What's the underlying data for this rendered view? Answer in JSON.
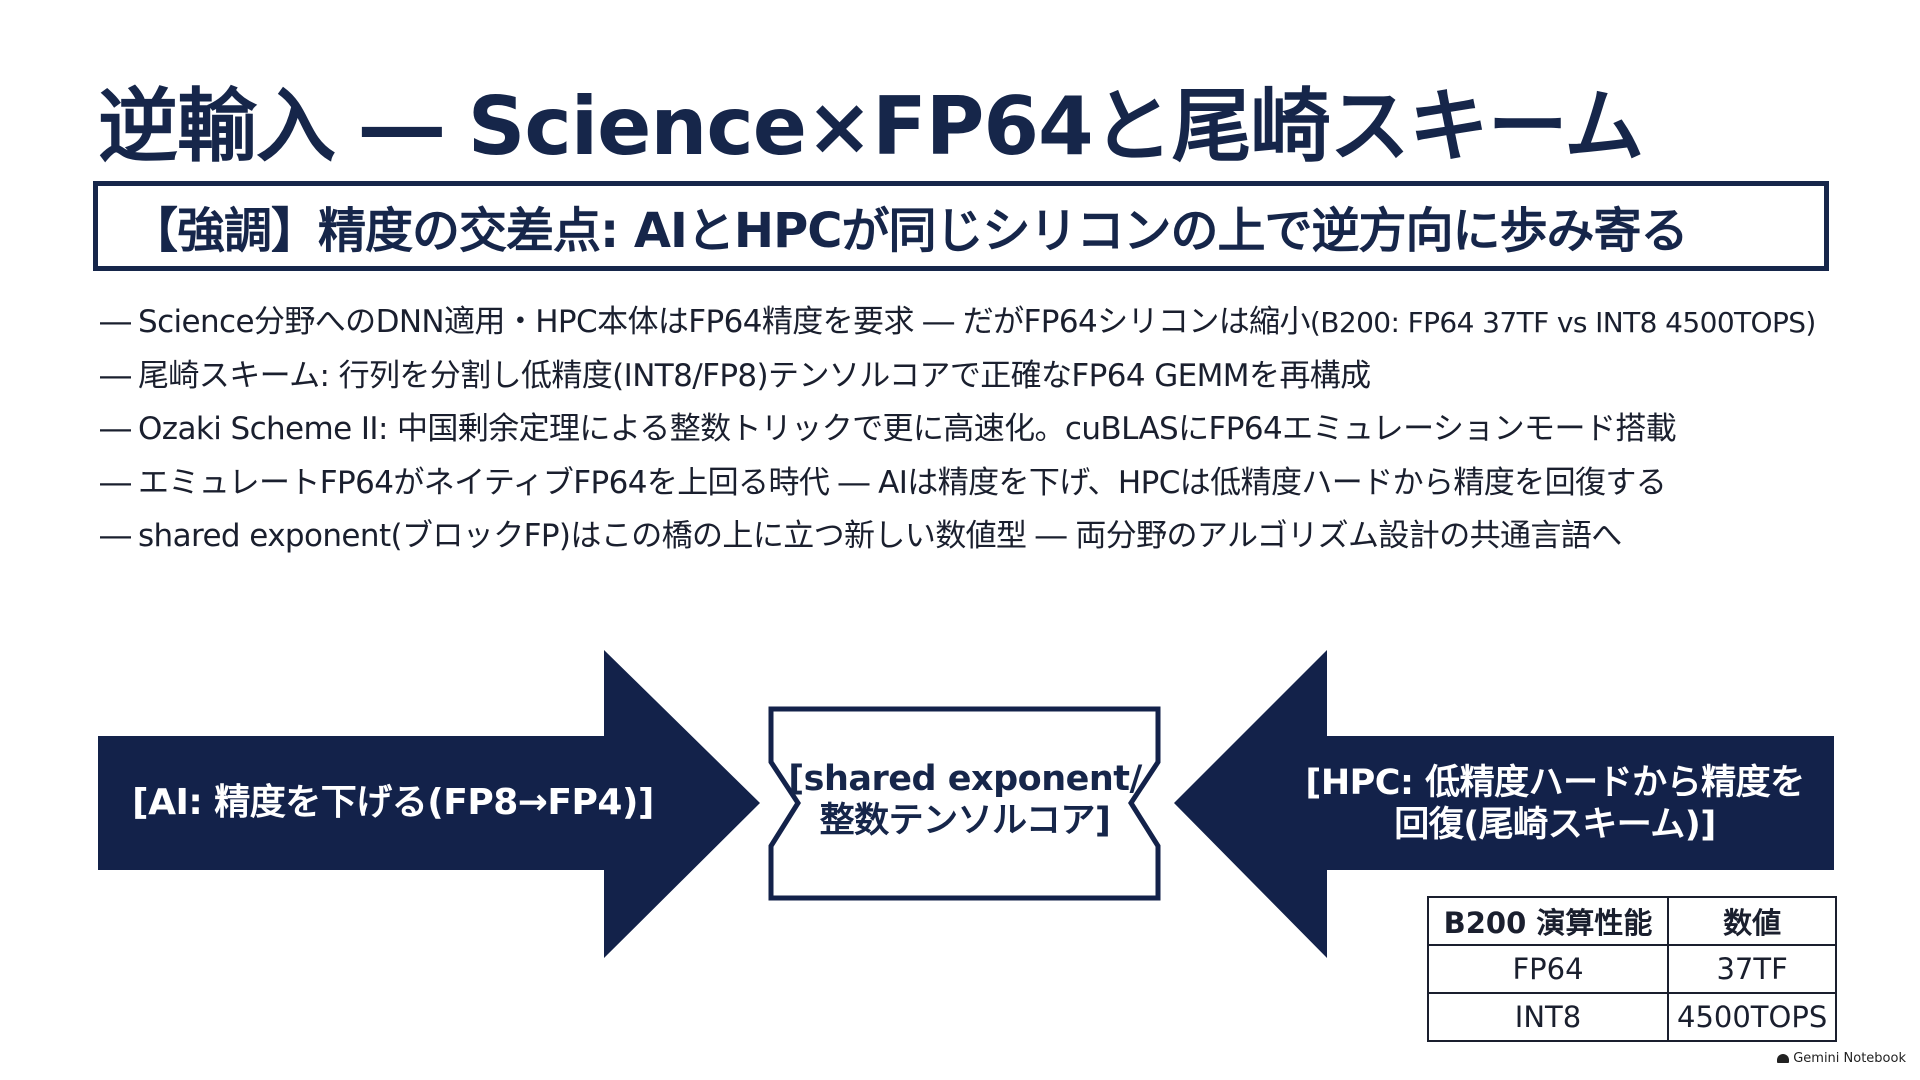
{
  "title": "逆輸入 ― Science×FP64と尾崎スキーム",
  "emphasis": "【強調】精度の交差点: AIとHPCが同じシリコンの上で逆方向に歩み寄る",
  "bullets": [
    {
      "dash": "―",
      "text": "Science分野へのDNN適用・HPC本体はFP64精度を要求 ― だがFP64シリコンは縮小",
      "note": "(B200: FP64 37TF vs INT8 4500TOPS)"
    },
    {
      "dash": "―",
      "text": "尾崎スキーム: 行列を分割し低精度(INT8/FP8)テンソルコアで正確なFP64 GEMMを再構成"
    },
    {
      "dash": "―",
      "text": "Ozaki Scheme II: 中国剰余定理による整数トリックで更に高速化。cuBLASにFP64エミュレーションモード搭載"
    },
    {
      "dash": "―",
      "text": "エミュレートFP64がネイティブFP64を上回る時代 ― AIは精度を下げ、HPCは低精度ハードから精度を回復する"
    },
    {
      "dash": "―",
      "text": "shared exponent(ブロックFP)はこの橋の上に立つ新しい数値型 ― 両分野のアルゴリズム設計の共通言語へ"
    }
  ],
  "diagram": {
    "left_arrow": "[AI: 精度を下げる(FP8→FP4)]",
    "center": "[shared exponent/ 整数テンソルコア]",
    "right_arrow": "[HPC: 低精度ハードから精度を回復(尾崎スキーム)]",
    "colors": {
      "navy": "#13224a",
      "white": "#ffffff"
    }
  },
  "table": {
    "headers": [
      "B200 演算性能",
      "数値"
    ],
    "rows": [
      [
        "FP64",
        "37TF"
      ],
      [
        "INT8",
        "4500TOPS"
      ]
    ]
  },
  "watermark": {
    "icon": "notebook-icon",
    "text": "Gemini Notebook"
  }
}
